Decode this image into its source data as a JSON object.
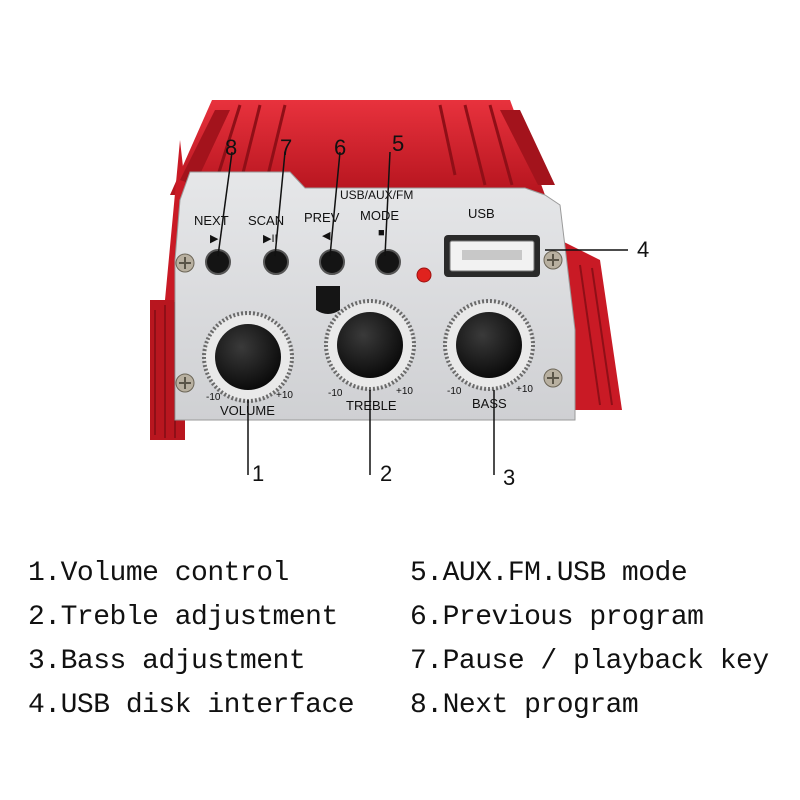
{
  "panel": {
    "buttons": [
      {
        "label": "NEXT",
        "symbol": "▶"
      },
      {
        "label": "SCAN",
        "symbol": "▶II"
      },
      {
        "label": "PREV",
        "symbol": "◀"
      },
      {
        "label": "MODE",
        "symbol": "■"
      }
    ],
    "mode_caption": "USB/AUX/FM",
    "usb_label": "USB",
    "knobs": [
      {
        "name": "VOLUME",
        "min": "-10",
        "max": "+10"
      },
      {
        "name": "TREBLE",
        "min": "-10",
        "max": "+10"
      },
      {
        "name": "BASS",
        "min": "-10",
        "max": "+10"
      }
    ]
  },
  "callouts": [
    "1",
    "2",
    "3",
    "4",
    "5",
    "6",
    "7",
    "8"
  ],
  "legend": {
    "left": [
      "1.Volume control",
      "2.Treble adjustment",
      "3.Bass adjustment",
      "4.USB disk interface"
    ],
    "right": [
      "5.AUX.FM.USB mode",
      "6.Previous program",
      "7.Pause / playback key",
      "8.Next program"
    ]
  },
  "colors": {
    "housing_red": "#d81e2a",
    "housing_dark": "#a3131c",
    "faceplate": "#d9dadc",
    "led": "#e0221e",
    "knob": "#151515"
  }
}
